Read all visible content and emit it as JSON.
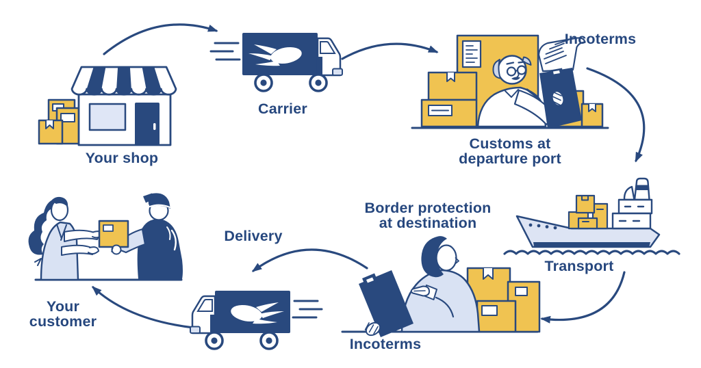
{
  "flow": {
    "steps": [
      {
        "id": "shop",
        "label": "Your shop"
      },
      {
        "id": "carrier",
        "label": "Carrier"
      },
      {
        "id": "customs-departure",
        "label_line1": "Customs at",
        "label_line2": "departure port",
        "annotation": "Incoterms"
      },
      {
        "id": "transport",
        "label": "Transport"
      },
      {
        "id": "border-protection",
        "label_line1": "Border protection",
        "label_line2": "at destination",
        "annotation": "Incoterms"
      },
      {
        "id": "delivery",
        "label": "Delivery"
      },
      {
        "id": "customer",
        "label_line1": "Your",
        "label_line2": "customer"
      }
    ],
    "connections": [
      [
        "shop",
        "carrier"
      ],
      [
        "carrier",
        "customs-departure"
      ],
      [
        "customs-departure",
        "transport"
      ],
      [
        "transport",
        "border-protection"
      ],
      [
        "border-protection",
        "delivery"
      ],
      [
        "delivery",
        "customer"
      ]
    ]
  },
  "icons": [
    {
      "name": "shop-icon",
      "depicts": "storefront with striped awning and parcels"
    },
    {
      "name": "carrier-truck-icon",
      "depicts": "truck with comet logo driving right"
    },
    {
      "name": "customs-officer-icon",
      "depicts": "officer reading clipboard among parcels"
    },
    {
      "name": "cargo-ship-icon",
      "depicts": "cargo ship loaded with parcels"
    },
    {
      "name": "border-officer-icon",
      "depicts": "officer with clipboard beside parcels"
    },
    {
      "name": "delivery-truck-icon",
      "depicts": "truck with comet logo driving left"
    },
    {
      "name": "customer-handoff-icon",
      "depicts": "courier handing parcel to shopkeeper"
    }
  ],
  "colors": {
    "navy": "#29497E",
    "yellow": "#F0C351",
    "pale_blue": "#D9E2F3",
    "window_blue": "#DFE6F6",
    "hair_gray": "#CDD7EA",
    "text": "#26477E",
    "background": "#FFFFFF"
  }
}
